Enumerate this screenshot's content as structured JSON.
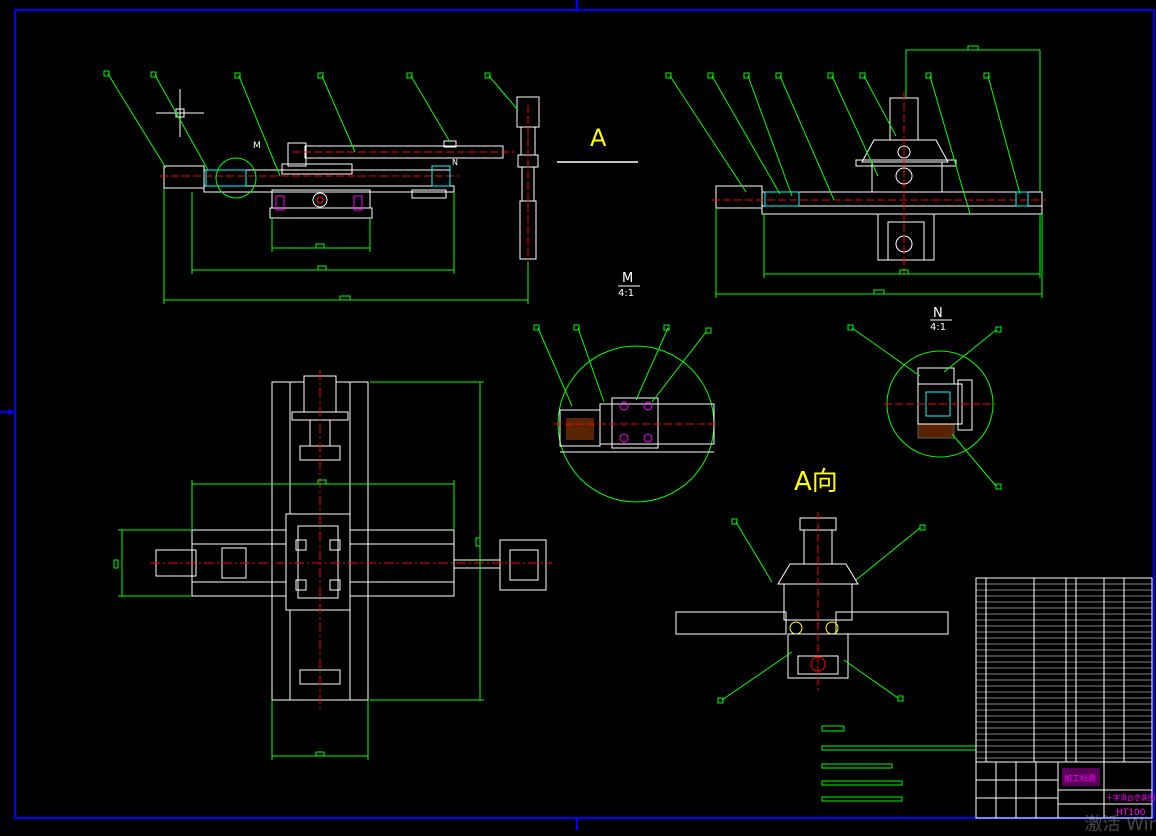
{
  "view_labels": {
    "view_a": "A",
    "detail_m_letter": "M",
    "detail_m_scale": "4:1",
    "detail_n_letter": "N",
    "detail_n_scale": "4:1",
    "direction_a": "A向",
    "callout_m": "M",
    "callout_n": "N"
  },
  "title_block": {
    "company": "加工标题",
    "drawing_title": "十字滑台总装图",
    "drawing_number": "HT100"
  },
  "watermark": "激活 Win",
  "colors": {
    "background": "#000000",
    "geometry": "#ffffff",
    "dimension": "#00ff00",
    "centerline": "#ff0000",
    "text_highlight": "#ff00ff",
    "frame": "#0000ff",
    "accent": "#00ffff"
  }
}
